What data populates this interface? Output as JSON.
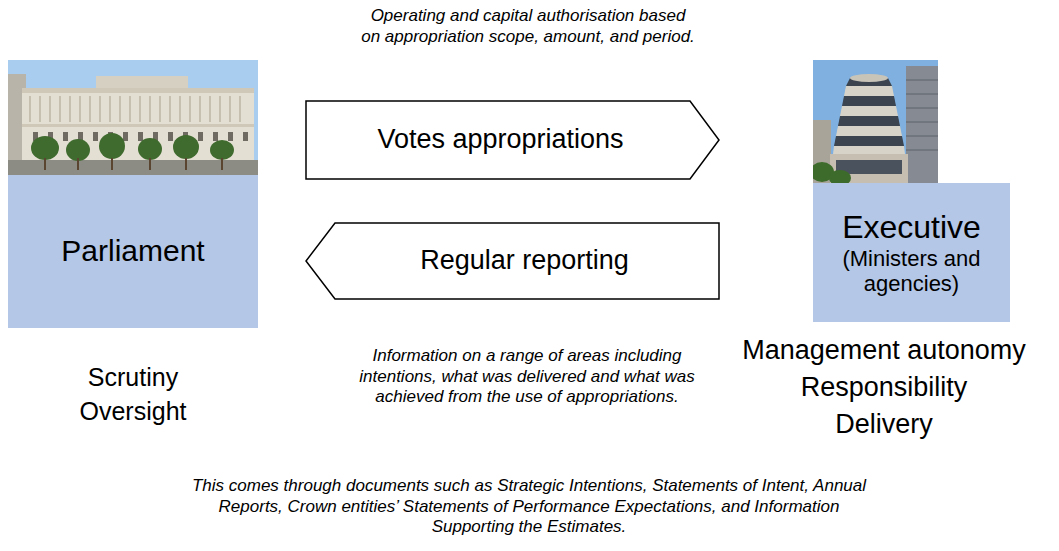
{
  "diagram": {
    "nodes": [
      {
        "text": [
          "Parliament"
        ]
      },
      {
        "text": [
          "Votes appropriations"
        ]
      },
      {
        "text": [
          "Regular reporting"
        ]
      },
      {
        "text": [
          "Executive",
          "(Ministers and agencies)"
        ]
      }
    ],
    "labels": [
      "Operating and capital authorisation based on appropriation scope, amount, and period.",
      "Scrutiny",
      "Oversight",
      "Information on a range of areas including intentions, what was delivered and what was achieved from the use of appropriations.",
      "Management autonomy",
      "Responsibility",
      "Delivery",
      "This comes through documents such as Strategic Intentions, Statements of Intent, Annual Reports, Crown entities’ Statements of Performance Expectations, and Information Supporting the Estimates."
    ]
  }
}
